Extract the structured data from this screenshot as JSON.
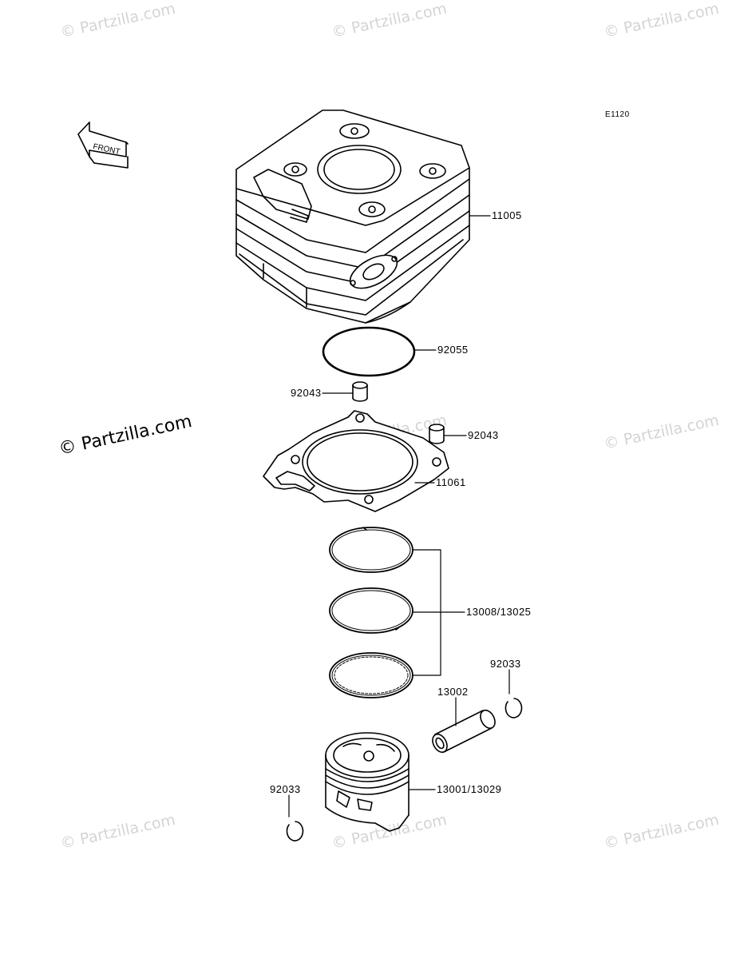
{
  "diagram_code": "E1120",
  "front_label": "FRONT",
  "watermark": "© Partzilla.com",
  "parts": {
    "cylinder": "11005",
    "o_ring": "92055",
    "dowel_left": "92043",
    "dowel_right": "92043",
    "gasket": "11061",
    "ring_set": "13008/13025",
    "pin_clip_right": "92033",
    "piston_pin": "13002",
    "piston": "13001/13029",
    "pin_clip_left": "92033"
  }
}
